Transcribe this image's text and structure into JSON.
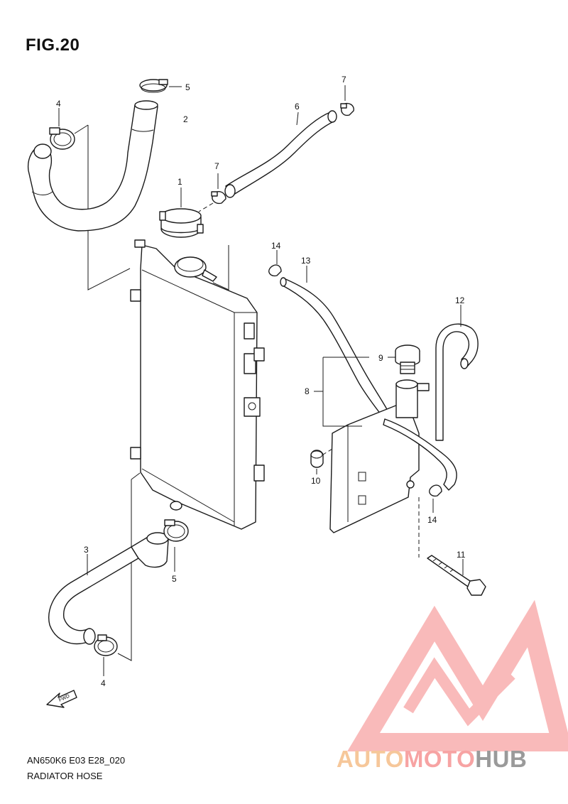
{
  "figure": {
    "title": "FIG.20",
    "code": "AN650K6 E03 E28_020",
    "name": "RADIATOR HOSE"
  },
  "callouts": [
    "1",
    "2",
    "3",
    "4",
    "4",
    "5",
    "5",
    "6",
    "7",
    "7",
    "8",
    "9",
    "10",
    "11",
    "12",
    "13",
    "14",
    "14"
  ],
  "direction_arrow": {
    "label": "FWD",
    "icon": "fwd-arrow-icon"
  },
  "watermark": {
    "part1": "AUTO",
    "part2": "MOTO",
    "part3": "HUB",
    "colors": {
      "auto": "#f6c79a",
      "moto": "#f7a3a3",
      "hub": "#9a9a9a",
      "logo": "#f7a3a3"
    }
  }
}
